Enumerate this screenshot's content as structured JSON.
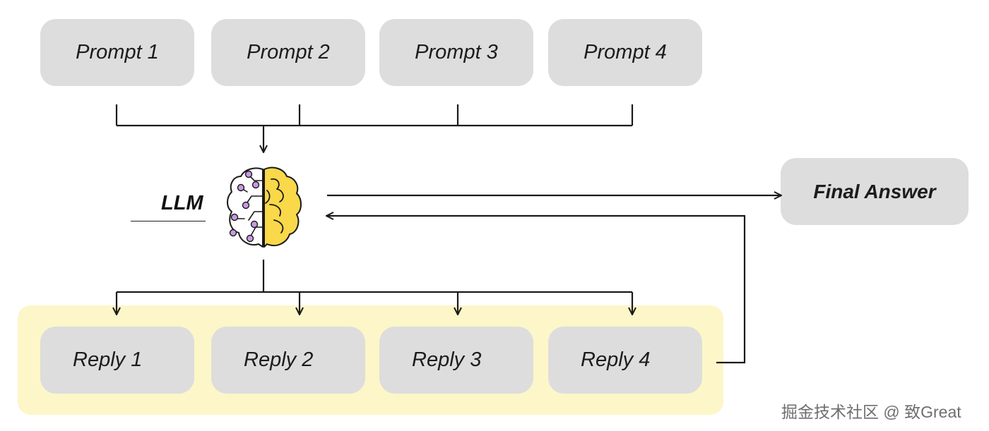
{
  "prompts": [
    "Prompt 1",
    "Prompt 2",
    "Prompt 3",
    "Prompt 4"
  ],
  "replies": [
    "Reply 1",
    "Reply 2",
    "Reply 3",
    "Reply 4"
  ],
  "llm_label": "LLM",
  "final_answer": "Final Answer",
  "watermark": "掘金技术社区 @ 致Great",
  "colors": {
    "box": "#dddddd",
    "reply_panel": "#fdf6c8",
    "brain_yellow": "#f9d84a",
    "brain_nodes": "#c79ae3",
    "line": "#1a1a1a"
  },
  "icons": {
    "llm": "brain-icon"
  }
}
